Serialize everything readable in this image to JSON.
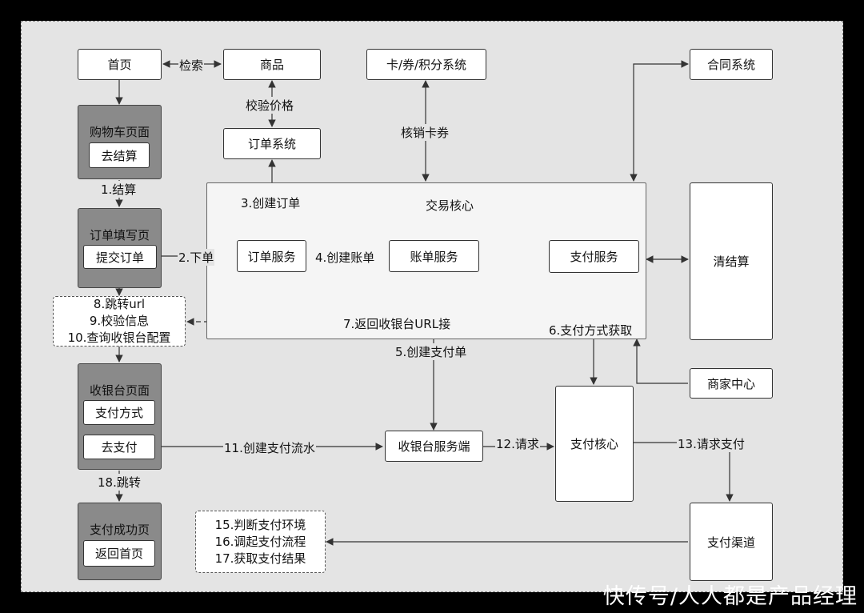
{
  "nodes": {
    "home": "首页",
    "goods": "商品",
    "card_system": "卡/券/积分系统",
    "contract_system": "合同系统",
    "cart_page": "购物车页面",
    "checkout_button": "去结算",
    "order_system": "订单系统",
    "trade_core": "交易核心",
    "order_fill_page": "订单填写页",
    "submit_order_button": "提交订单",
    "order_service": "订单服务",
    "bill_service": "账单服务",
    "pay_service": "支付服务",
    "settlement": "清结算",
    "merchant_center": "商家中心",
    "cashier_page": "收银台页面",
    "pay_method_button": "支付方式",
    "go_pay_button": "去支付",
    "cashier_server": "收银台服务端",
    "pay_core": "支付核心",
    "pay_success_page": "支付成功页",
    "back_home_button": "返回首页",
    "pay_channel": "支付渠道"
  },
  "step_groups": {
    "redirect_group": [
      "8.跳转url",
      "9.校验信息",
      "10.查询收银台配置"
    ],
    "env_group": [
      "15.判断支付环境",
      "16.调起支付流程",
      "17.获取支付结果"
    ]
  },
  "edge_labels": {
    "search": "检索",
    "verify_price": "校验价格",
    "redeem_card": "核销卡券",
    "settle": "1.结算",
    "create_order": "3.创建订单",
    "place_order": "2.下单",
    "create_bill": "4.创建账单",
    "return_url": "7.返回收银台URL接",
    "get_pay_method": "6.支付方式获取",
    "create_pay_order": "5.创建支付单",
    "create_pay_flow": "11.创建支付流水",
    "request": "12.请求",
    "request_pay": "13.请求支付",
    "jump": "18.跳转"
  },
  "watermark": "快传号/人人都是产品经理",
  "colors": {
    "background": "#000000",
    "panel": "#e4e4e4",
    "core_panel": "#f5f5f5",
    "page_group": "#8a8a8a",
    "node": "#ffffff",
    "line": "#333333"
  }
}
